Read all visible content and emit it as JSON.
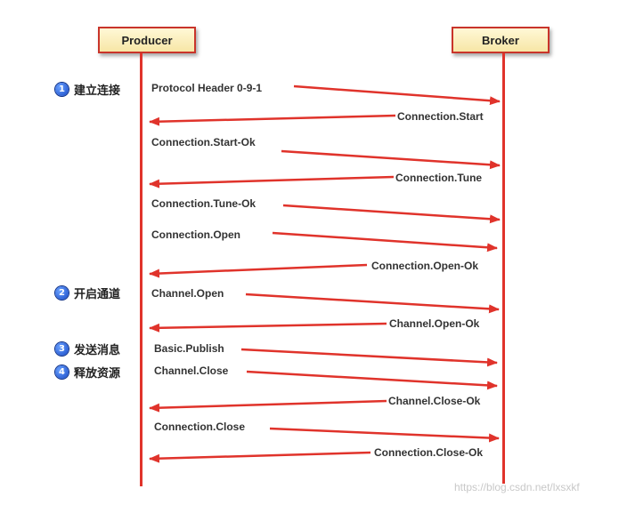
{
  "participants": {
    "producer": "Producer",
    "broker": "Broker"
  },
  "steps": [
    {
      "num": "1",
      "label": "建立连接"
    },
    {
      "num": "2",
      "label": "开启通道"
    },
    {
      "num": "3",
      "label": "发送消息"
    },
    {
      "num": "4",
      "label": "释放资源"
    }
  ],
  "messages": [
    {
      "label": "Protocol Header 0-9-1",
      "direction": "to-broker"
    },
    {
      "label": "Connection.Start",
      "direction": "to-producer"
    },
    {
      "label": "Connection.Start-Ok",
      "direction": "to-broker"
    },
    {
      "label": "Connection.Tune",
      "direction": "to-producer"
    },
    {
      "label": "Connection.Tune-Ok",
      "direction": "to-broker"
    },
    {
      "label": "Connection.Open",
      "direction": "to-broker"
    },
    {
      "label": "Connection.Open-Ok",
      "direction": "to-producer"
    },
    {
      "label": "Channel.Open",
      "direction": "to-broker"
    },
    {
      "label": "Channel.Open-Ok",
      "direction": "to-producer"
    },
    {
      "label": "Basic.Publish",
      "direction": "to-broker"
    },
    {
      "label": "Channel.Close",
      "direction": "to-broker"
    },
    {
      "label": "Channel.Close-Ok",
      "direction": "to-producer"
    },
    {
      "label": "Connection.Close",
      "direction": "to-broker"
    },
    {
      "label": "Connection.Close-Ok",
      "direction": "to-producer"
    }
  ],
  "watermark": "https://blog.csdn.net/lxsxkf",
  "colors": {
    "arrow": "#e0332b",
    "lifeline": "#e0332b",
    "step_badge": "#1546c4"
  }
}
